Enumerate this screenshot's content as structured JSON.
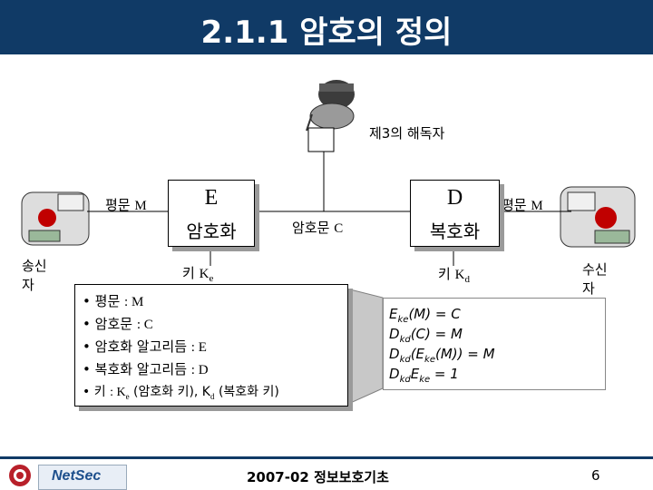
{
  "title": "2.1.1 암호의 정의",
  "third_party": "제3의 해독자",
  "sender_label": "송신\n자",
  "receiver_label": "수신\n자",
  "plaintext_left": {
    "ko": "평문",
    "var": "M"
  },
  "plaintext_right": {
    "ko": "평문",
    "var": "M"
  },
  "ciphertext": {
    "ko": "암호문",
    "var": "C"
  },
  "encrypt_box": {
    "letter": "E",
    "label": "암호화"
  },
  "decrypt_box": {
    "letter": "D",
    "label": "복호화"
  },
  "key_e": {
    "ko": "키",
    "var": "K",
    "sub": "e"
  },
  "key_d": {
    "ko": "키",
    "var": "K",
    "sub": "d"
  },
  "definitions": [
    {
      "bullet": "•",
      "ko": "평문",
      "rest": ": M"
    },
    {
      "bullet": "•",
      "ko": "암호문",
      "rest": ": C"
    },
    {
      "bullet": "•",
      "ko": "암호화 알고리듬",
      "rest": ": E"
    },
    {
      "bullet": "•",
      "ko": "복호화 알고리듬",
      "rest": ": D"
    }
  ],
  "def_key": {
    "bullet": "•",
    "ko": "키",
    "p1": ": K",
    "s1": "e",
    "p2": " (암호화 키), K",
    "s2": "d",
    "p3": " (복호화 키)"
  },
  "equations": [
    {
      "a": "E",
      "as": "ke",
      "b": "(M) = C"
    },
    {
      "a": "D",
      "as": "kd",
      "b": "(C) = M"
    },
    {
      "a": "D",
      "as": "kd",
      "b": "(E",
      "bs": "ke",
      "c": "(M)) = M"
    },
    {
      "a": "D",
      "as": "kd",
      "b": "E",
      "bs": "ke",
      "c": " = 1"
    }
  ],
  "footer": {
    "center": "2007-02 정보보호기초",
    "page": "6",
    "logo": "NetSec"
  },
  "colors": {
    "title_bar": "#103a66",
    "shadow": "#9a9a9a"
  }
}
